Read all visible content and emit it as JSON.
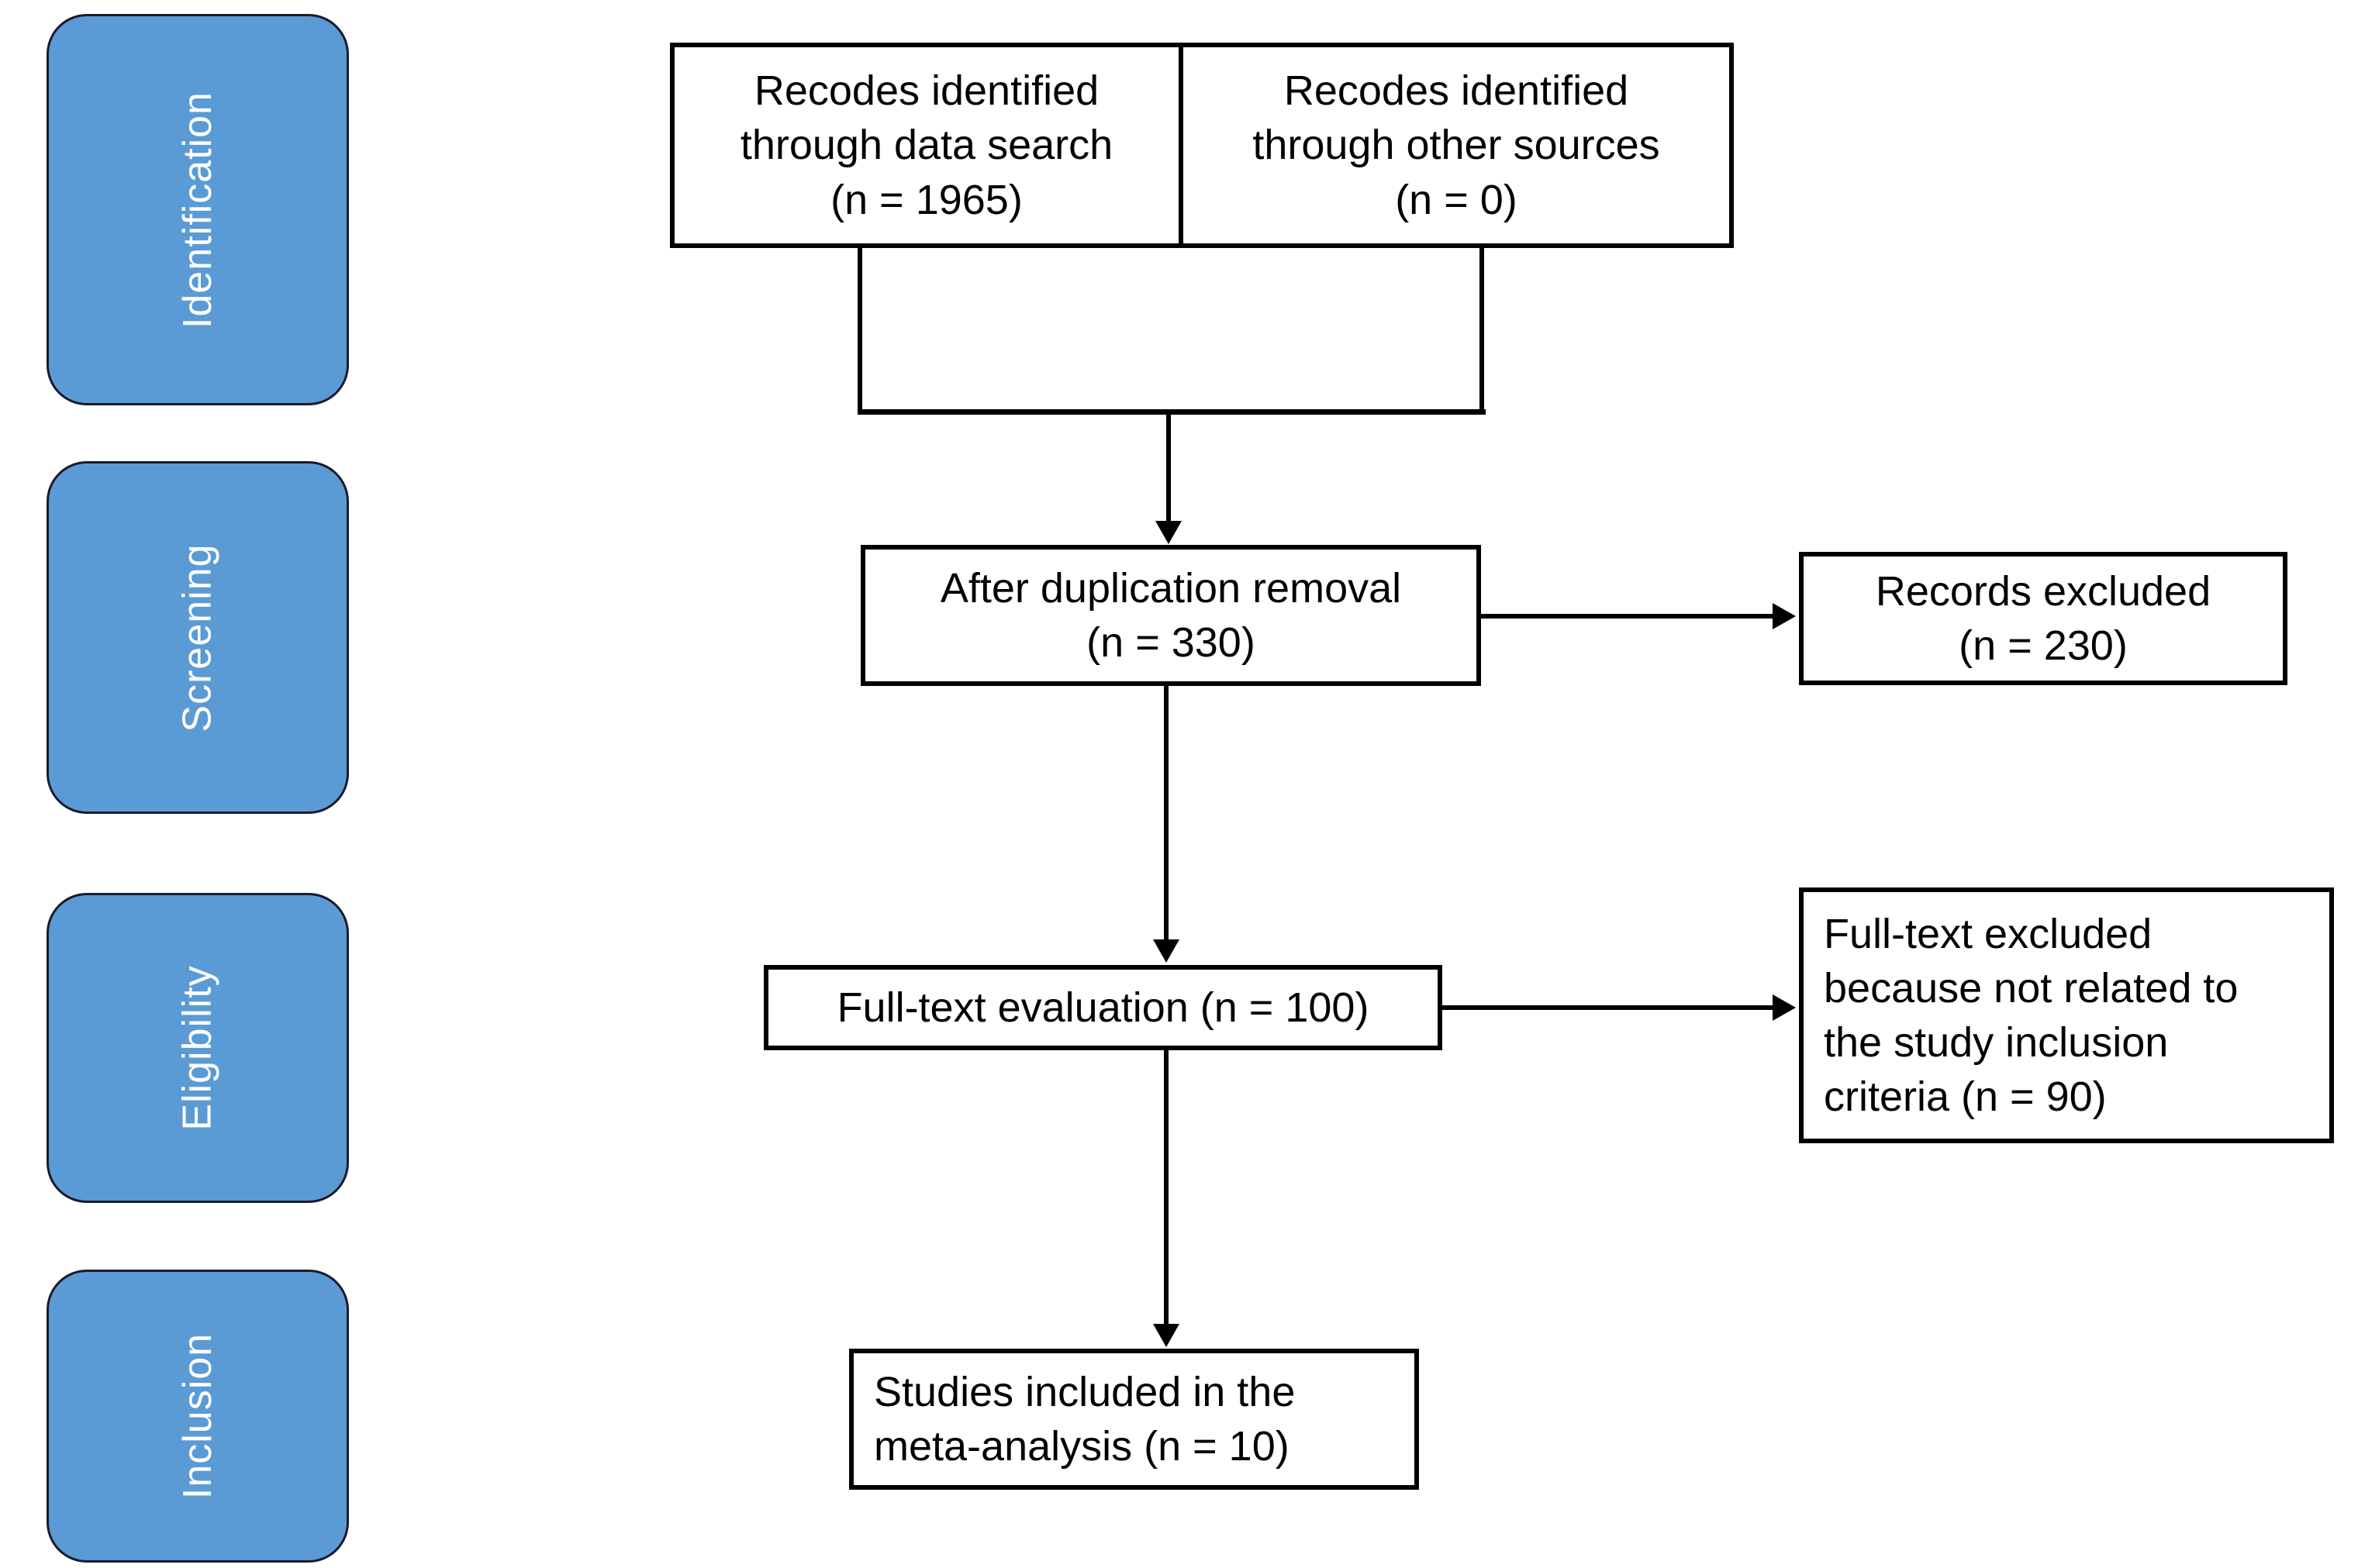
{
  "diagram": {
    "title": "PRISMA study selection flow diagram",
    "accent_color": "#5B9BD5",
    "box_border_color": "#000000",
    "background_color": "#FFFFFF"
  },
  "stages": [
    {
      "key": "identification",
      "label": "Identification"
    },
    {
      "key": "screening",
      "label": "Screening"
    },
    {
      "key": "eligibility",
      "label": "Eligibility"
    },
    {
      "key": "inclusion",
      "label": "Inclusion"
    }
  ],
  "boxes": {
    "records_database": {
      "text": "Recodes identified\nthrough data search\n(n =  1965)",
      "count": 1965
    },
    "records_other": {
      "text": "Recodes identified\nthrough other sources\n(n = 0)",
      "count": 0
    },
    "after_dedup": {
      "text": "After duplication  removal\n(n = 330)",
      "count": 330
    },
    "records_excluded": {
      "text": "Records excluded\n(n = 230)",
      "count": 230
    },
    "fulltext_eval": {
      "text": "Full-text evaluation  (n = 100)",
      "count": 100
    },
    "fulltext_excluded": {
      "text": "Full-text excluded\nbecause not related to\nthe study inclusion\ncriteria (n = 90)",
      "count": 90
    },
    "studies_included": {
      "text": "Studies included  in the\nmeta-analysis (n = 10)",
      "count": 10
    }
  },
  "chart_data": {
    "type": "diagram",
    "title": "PRISMA flow diagram",
    "nodes": [
      {
        "id": "records_database",
        "stage": "Identification",
        "label": "Recodes identified through data search",
        "n": 1965
      },
      {
        "id": "records_other",
        "stage": "Identification",
        "label": "Recodes identified through other sources",
        "n": 0
      },
      {
        "id": "after_dedup",
        "stage": "Screening",
        "label": "After duplication removal",
        "n": 330
      },
      {
        "id": "records_excluded",
        "stage": "Screening",
        "label": "Records excluded",
        "n": 230
      },
      {
        "id": "fulltext_eval",
        "stage": "Eligibility",
        "label": "Full-text evaluation",
        "n": 100
      },
      {
        "id": "fulltext_excluded",
        "stage": "Eligibility",
        "label": "Full-text excluded because not related to the study inclusion criteria",
        "n": 90
      },
      {
        "id": "studies_included",
        "stage": "Inclusion",
        "label": "Studies included in the meta-analysis",
        "n": 10
      }
    ],
    "edges": [
      {
        "from": "records_database",
        "to": "after_dedup",
        "direction": "down"
      },
      {
        "from": "records_other",
        "to": "after_dedup",
        "direction": "down"
      },
      {
        "from": "after_dedup",
        "to": "records_excluded",
        "direction": "right"
      },
      {
        "from": "after_dedup",
        "to": "fulltext_eval",
        "direction": "down"
      },
      {
        "from": "fulltext_eval",
        "to": "fulltext_excluded",
        "direction": "right"
      },
      {
        "from": "fulltext_eval",
        "to": "studies_included",
        "direction": "down"
      }
    ]
  }
}
